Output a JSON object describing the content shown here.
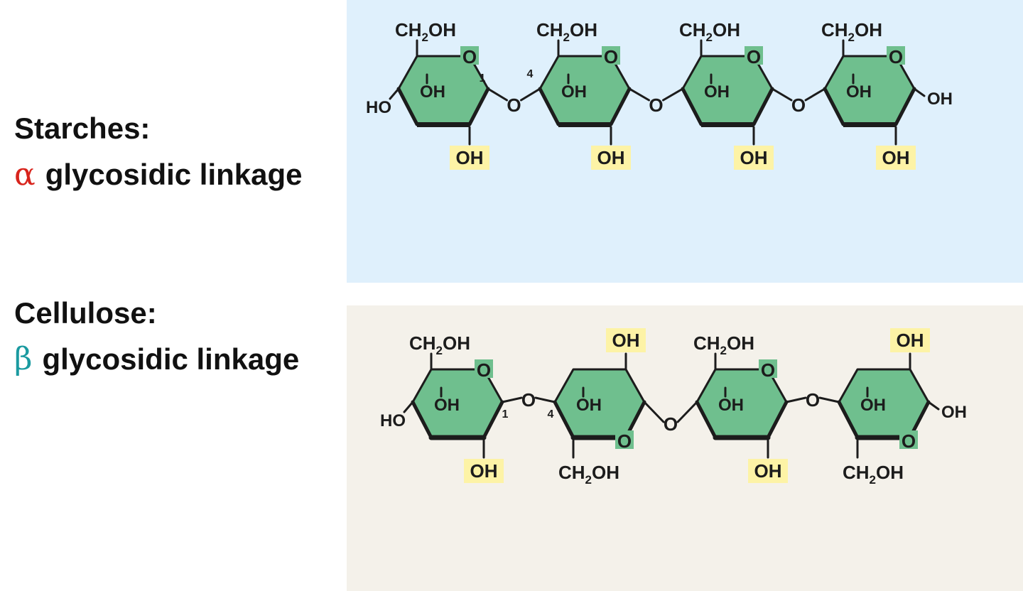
{
  "starch": {
    "title": "Starches:",
    "symbol": "α",
    "linkage": "glycosidic linkage",
    "symbol_color": "#d8241c",
    "panel_color": "#dff0fc",
    "labels": {
      "ch2oh": "CH2OH",
      "ring_o": "O",
      "oh": "OH",
      "ho": "HO",
      "bridge_o": "O",
      "pos1": "1",
      "pos4": "4"
    }
  },
  "cellulose": {
    "title": "Cellulose:",
    "symbol": "β",
    "linkage": "glycosidic linkage",
    "symbol_color": "#1a9aa0",
    "panel_color": "#f4f1ea",
    "labels": {
      "ch2oh": "CH2OH",
      "ring_o": "O",
      "oh": "OH",
      "ho": "HO",
      "bridge_o": "O",
      "pos1": "1",
      "pos4": "4"
    }
  },
  "colors": {
    "ring_fill": "#6fbf8e",
    "bond": "#1c1c1c",
    "highlight": "#fdf3a6"
  }
}
